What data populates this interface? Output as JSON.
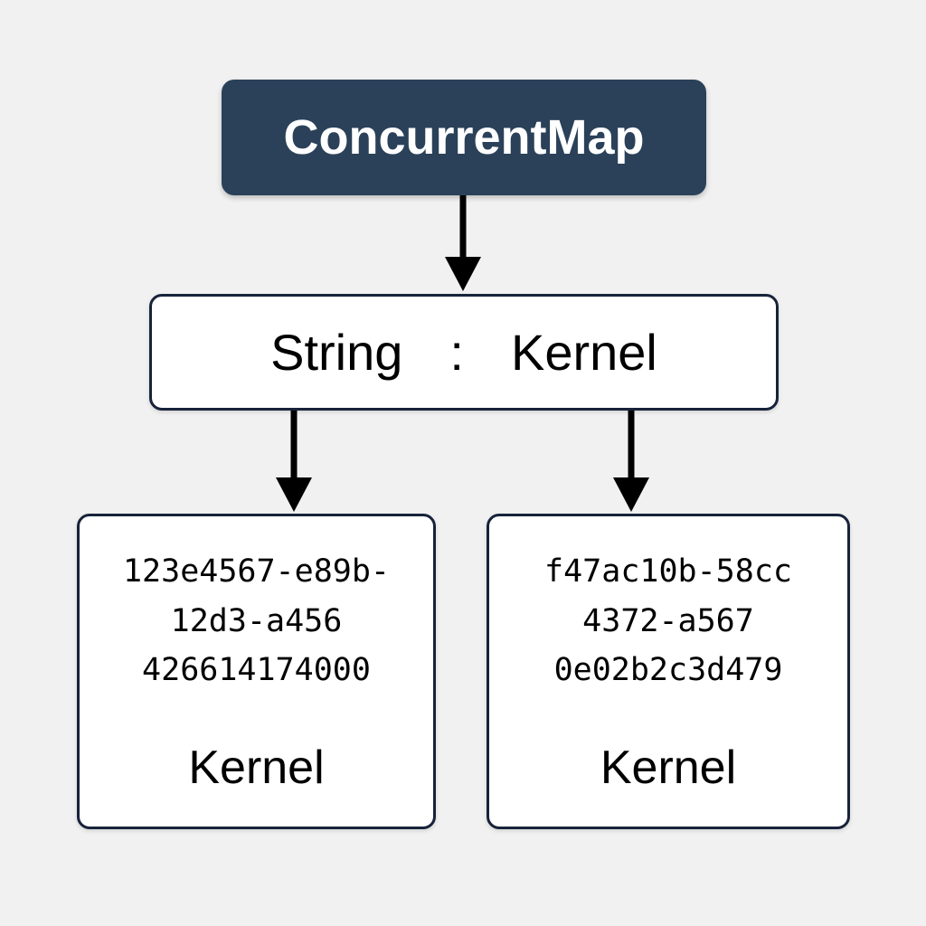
{
  "diagram": {
    "background_color": "#f1f1f1",
    "accent_color": "#2b4159",
    "border_color": "#17233a",
    "arrow_color": "#000000",
    "root": {
      "label": "ConcurrentMap",
      "icon": "rounded-rect-node"
    },
    "entry": {
      "key_type": "String",
      "separator": ":",
      "value_type": "Kernel"
    },
    "leaves": [
      {
        "uuid": "123e4567-e89b-\n12d3-a456\n426614174000",
        "type_label": "Kernel"
      },
      {
        "uuid": "f47ac10b-58cc\n4372-a567\n0e02b2c3d479",
        "type_label": "Kernel"
      }
    ],
    "edges": [
      {
        "name": "root-to-entry",
        "from": "root",
        "to": "entry"
      },
      {
        "name": "entry-to-leaf-left",
        "from": "entry",
        "to": "leaf-left"
      },
      {
        "name": "entry-to-leaf-right",
        "from": "entry",
        "to": "leaf-right"
      }
    ]
  }
}
